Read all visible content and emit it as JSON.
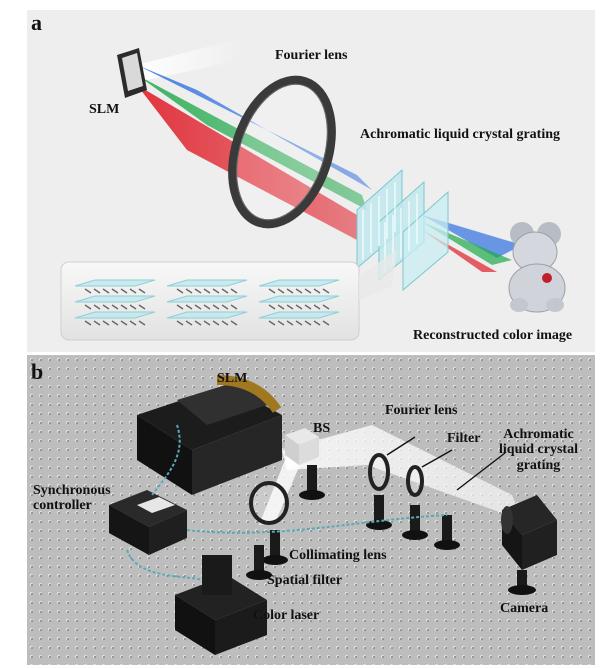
{
  "panel_a": {
    "letter": "a",
    "labels": {
      "slm": "SLM",
      "fourier_lens": "Fourier lens",
      "grating": "Achromatic liquid crystal grating",
      "reconstructed": "Reconstructed color image"
    }
  },
  "panel_b": {
    "letter": "b",
    "labels": {
      "slm": "SLM",
      "bs": "BS",
      "fourier_lens": "Fourier lens",
      "filter": "Filter",
      "grating_line1": "Achromatic",
      "grating_line2": "liquid crystal",
      "grating_line3": "grating",
      "sync_line1": "Synchronous",
      "sync_line2": "controller",
      "collimating": "Collimating lens",
      "spatial_filter": "Spatial filter",
      "color_laser": "Color laser",
      "camera": "Camera"
    }
  },
  "colors": {
    "red": "#e0202a",
    "green": "#1fa84a",
    "blue": "#2f6fe0",
    "cable": "#5aa9b8"
  }
}
